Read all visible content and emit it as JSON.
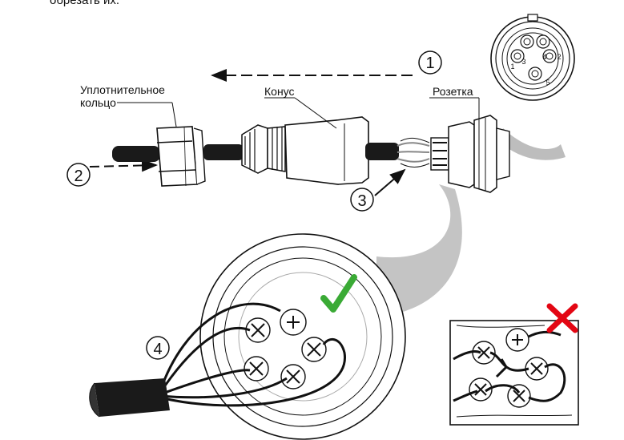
{
  "top_text": "обрезать их.",
  "labels": {
    "seal_ring": "Уплотнительное\nкольцо",
    "cone": "Конус",
    "socket": "Розетка"
  },
  "steps": [
    "1",
    "2",
    "3",
    "4"
  ],
  "pin_numbers": [
    "1",
    "2",
    "3",
    "4",
    "5"
  ],
  "marks": {
    "correct": "check-mark",
    "wrong": "cross-mark"
  },
  "colors": {
    "correct": "#3aaa35",
    "wrong": "#e30613",
    "callout": "#b5b5b5",
    "line": "#111111"
  }
}
